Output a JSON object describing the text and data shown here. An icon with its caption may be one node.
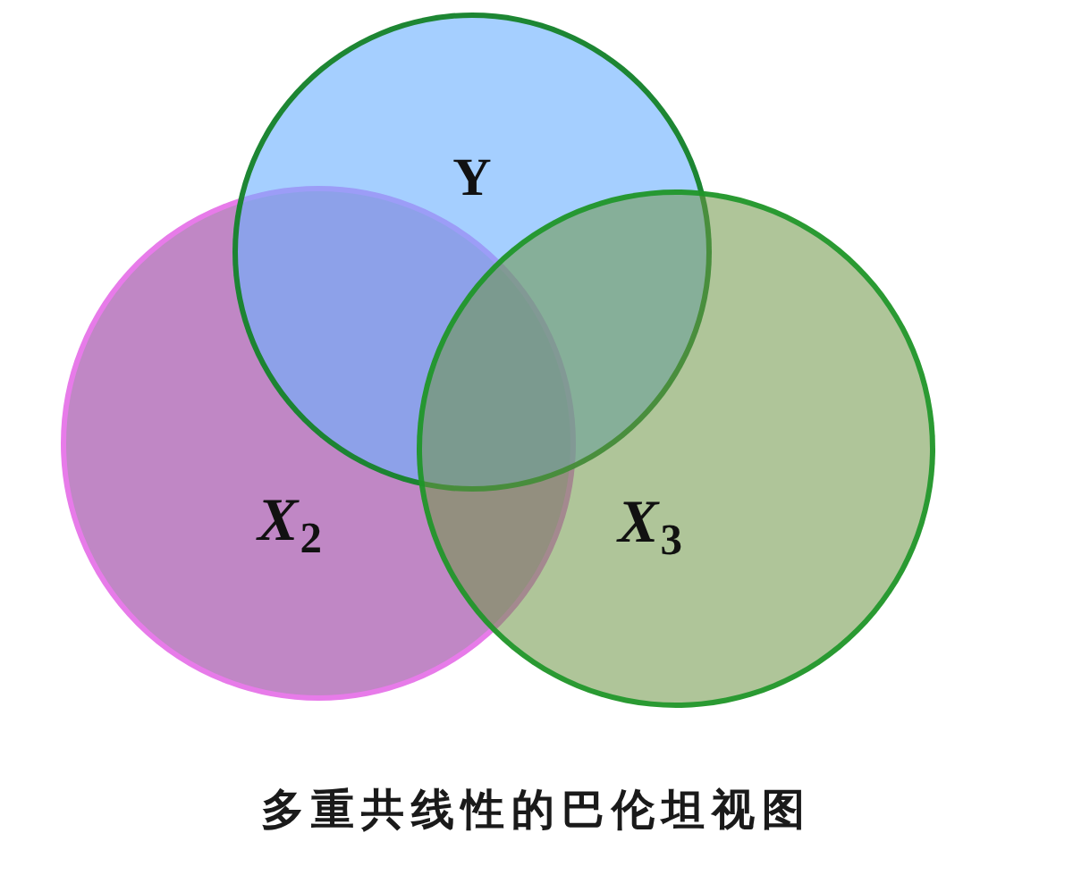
{
  "diagram": {
    "caption": "多重共线性的巴伦坦视图",
    "nodes": [
      {
        "text": [
          "Y"
        ]
      },
      {
        "text": [
          "*X*$_{2}$"
        ]
      },
      {
        "text": [
          "*X*$_{3}$"
        ]
      }
    ]
  }
}
